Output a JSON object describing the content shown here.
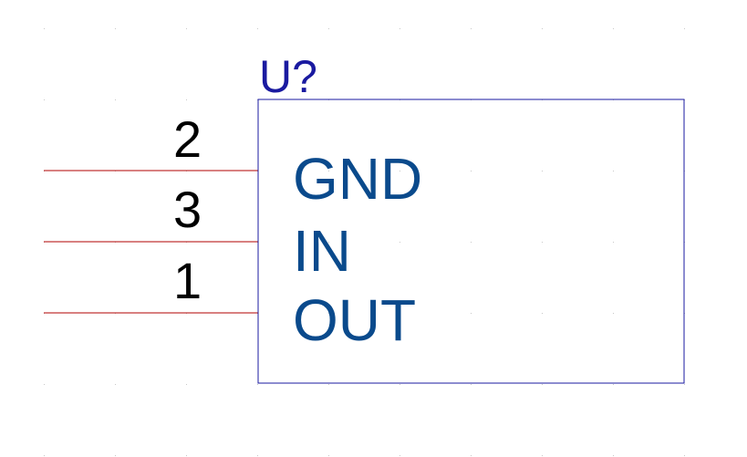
{
  "component": {
    "reference": "U?",
    "body_color": "#1a1aa0",
    "pin_line_color": "#b00000",
    "pin_name_color": "#0a4a8c",
    "pin_number_color": "#000000",
    "pins": [
      {
        "number": "2",
        "name": "GND"
      },
      {
        "number": "3",
        "name": "IN"
      },
      {
        "number": "1",
        "name": "OUT"
      }
    ]
  },
  "canvas": {
    "background": "#ffffff",
    "grid_dot_color": "#c8c8c8"
  }
}
